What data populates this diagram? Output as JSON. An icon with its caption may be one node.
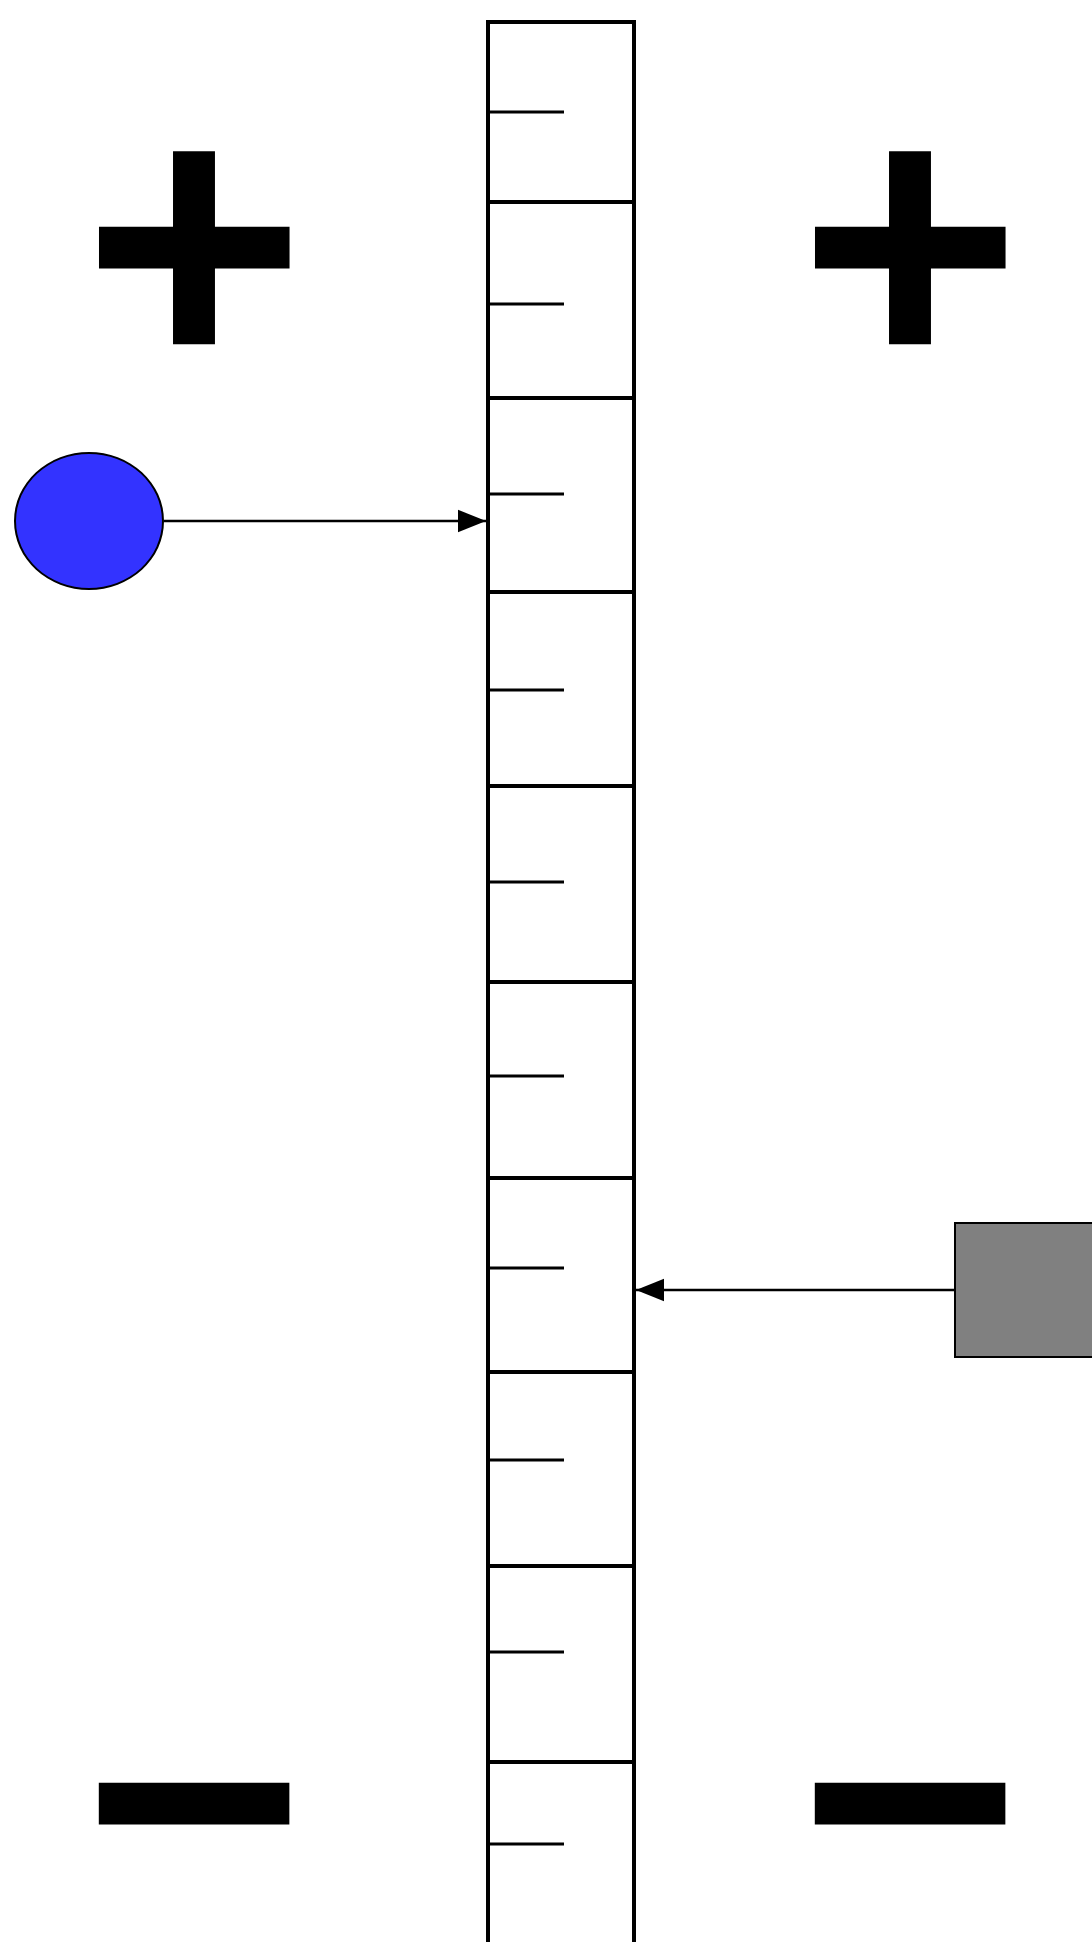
{
  "diagram": {
    "nodes": [
      {
        "text": [],
        "shape": "circle"
      },
      {
        "text": [],
        "shape": "bar"
      },
      {
        "text": [],
        "shape": "box"
      }
    ],
    "edges": [
      {
        "from": 0,
        "to": 1,
        "arrow": "to"
      },
      {
        "from": 2,
        "to": 1,
        "arrow": "to"
      }
    ],
    "labels": [
      "+",
      "+",
      "−",
      "−"
    ]
  }
}
